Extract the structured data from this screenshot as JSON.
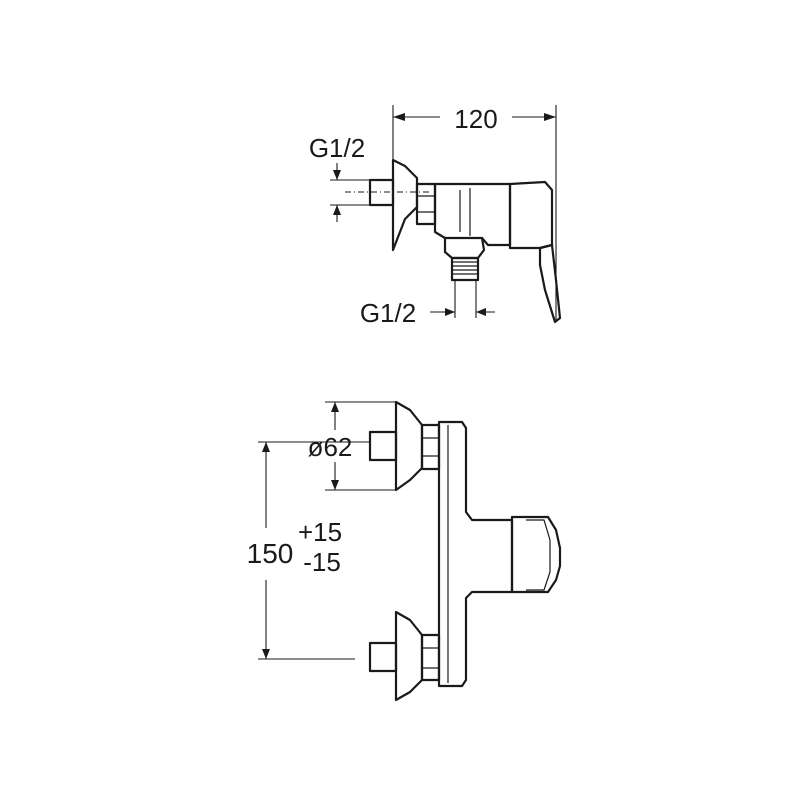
{
  "side_view": {
    "width_dim": "120",
    "inlet_thread": "G1/2",
    "outlet_thread": "G1/2"
  },
  "front_view": {
    "flange_diameter": "ø62",
    "spacing_nominal": "150",
    "spacing_plus": "+15",
    "spacing_minus": "-15"
  },
  "colors": {
    "line": "#1a1a1a",
    "background": "#ffffff"
  }
}
